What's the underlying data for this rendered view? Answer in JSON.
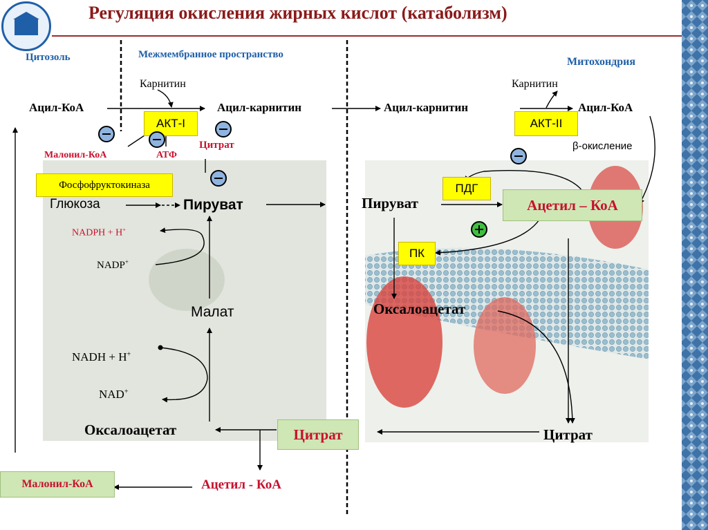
{
  "title": "Регуляция окисления жирных кислот (катаболизм)",
  "regions": {
    "cytosol": "Цитозоль",
    "intermembrane": "Межмембранное пространство",
    "mitochondria": "Митохондрия"
  },
  "labels": {
    "acyl_coa_left": "Ацил-КоА",
    "carnitine_left": "Карнитин",
    "acyl_carnitine_1": "Ацил-карнитин",
    "acyl_carnitine_2": "Ацил-карнитин",
    "carnitine_right": "Карнитин",
    "acyl_coa_right": "Ацил-КоА",
    "beta_oxidation": "β-окисление",
    "malonyl_coa_inhibitor": "Малонил-КоА",
    "atp": "АТФ",
    "citrate_inhibitor": "Цитрат",
    "glucose": "Глюкоза",
    "pyruvate_cytosol": "Пируват",
    "nadph": "NADPH + H",
    "nadph_sup": "+",
    "nadp": "NADP",
    "nadp_sup": "+",
    "malate": "Малат",
    "nadh": "NADH + H",
    "nadh_sup": "+",
    "nad": "NAD",
    "nad_sup": "+",
    "oxaloacetate_cytosol": "Оксалоацетат",
    "acetyl_coa_cytosol": "Ацетил - КоА",
    "pyruvate_mito": "Пируват",
    "oxaloacetate_mito": "Оксалоацетат",
    "citrate_mito": "Цитрат"
  },
  "boxes": {
    "akt1": "АКТ-I",
    "akt2": "АКТ-II",
    "pfk": "Фосфофруктокиназа",
    "pdg": "ПДГ",
    "pk": "ПК",
    "acetyl_coa_mito": "Ацетил – КоА",
    "citrate_cytosol": "Цитрат",
    "malonyl_coa_box": "Малонил-КоА"
  },
  "colors": {
    "title": "#8b1a1a",
    "region_label": "#1f5fa8",
    "inhibitor": "#c8102e",
    "enzyme_box": "#ffff00",
    "metabolite_box": "#cfe6b5",
    "minus_sign": "#8fb4e0",
    "plus_sign": "#3fbf3f"
  },
  "icons": {
    "logo": "university-logo-icon",
    "regulation_minus": "minus-circle-icon",
    "regulation_plus": "plus-circle-icon"
  }
}
